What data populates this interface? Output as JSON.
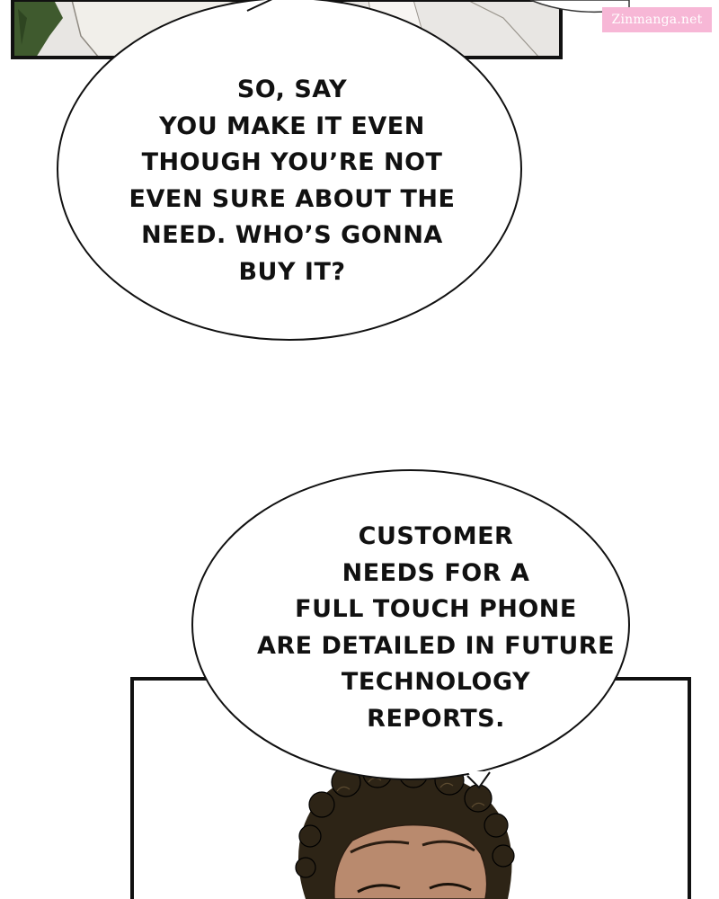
{
  "watermark": {
    "text": "Zinmanga.net"
  },
  "bubbles": [
    {
      "lines": [
        "SO, SAY",
        "YOU MAKE IT EVEN",
        "THOUGH YOU’RE NOT",
        "EVEN SURE ABOUT THE",
        "NEED. WHO’S GONNA",
        "BUY IT?"
      ]
    },
    {
      "lines": [
        "CUSTOMER",
        "NEEDS FOR A",
        "FULL TOUCH PHONE",
        "ARE DETAILED IN FUTURE",
        "TECHNOLOGY",
        "REPORTS."
      ]
    }
  ],
  "colors": {
    "panel_border": "#111111",
    "hair": "#2d2416",
    "skin": "#b98a6e",
    "top_panel_greenery": "#3f5a2e"
  }
}
